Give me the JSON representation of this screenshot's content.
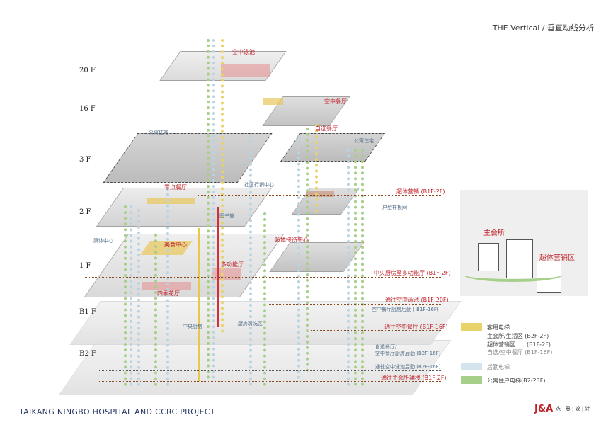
{
  "header": {
    "title": "THE Vertical / 垂直动线分析"
  },
  "footer": {
    "project": "TAIKANG NINGBO HOSPITAL AND CCRC PROJECT",
    "logo": "J&A",
    "logo_cn": "杰 | 恩 | 设 | 计"
  },
  "floors": [
    "20 F",
    "16 F",
    "3 F",
    "2 F",
    "1 F",
    "B1 F",
    "B2 F"
  ],
  "area_labels": {
    "pool": "空中泳池",
    "sky_rest": "空中餐厅",
    "self_rest": "自选餐厅",
    "apt_left": "公寓住宅",
    "apt_right": "公寓住宅",
    "snack": "零点餐厅",
    "community": "社区行销中心",
    "model": "户型样板间",
    "library": "图书馆",
    "health": "康体中心",
    "food": "美食中心",
    "reception": "超体接待中心",
    "multi": "多功能厅",
    "garden": "四季花厅",
    "kitchen": "中央厨房",
    "cleaning": "厨房清洗区"
  },
  "routes": [
    "超体营销 (B1F-2F)",
    "中央厨房至多功能厅 (B1F-2F)",
    "通往空中泳池 (B1F-20F)",
    "空中餐厅厨房后勤 ( B1F-16F)",
    "通往空中餐厅 (B1F-16F)",
    "自选餐厅/",
    "空中餐厅厨房后勤 (B2F-16F)",
    "通往空中泳池后勤 (B2F-16F)",
    "通往主会所裙楼 (B1F-2F)"
  ],
  "inset": {
    "club": "主会所",
    "marketing": "超体营销区"
  },
  "legend": {
    "guest": "客用电梯",
    "guest_items": [
      "主会所/生活区 (B2F-2F)",
      "超体营销区　　(B1F-2F)",
      "自选/空中餐厅 (B1F-16F)"
    ],
    "service": "后勤电梯",
    "resident": "公寓住户电梯(B2-23F)",
    "colors": {
      "guest": "#e8d36a",
      "service": "#b9d3e3",
      "resident": "#a6cf8a",
      "route": "#c0222a"
    }
  }
}
